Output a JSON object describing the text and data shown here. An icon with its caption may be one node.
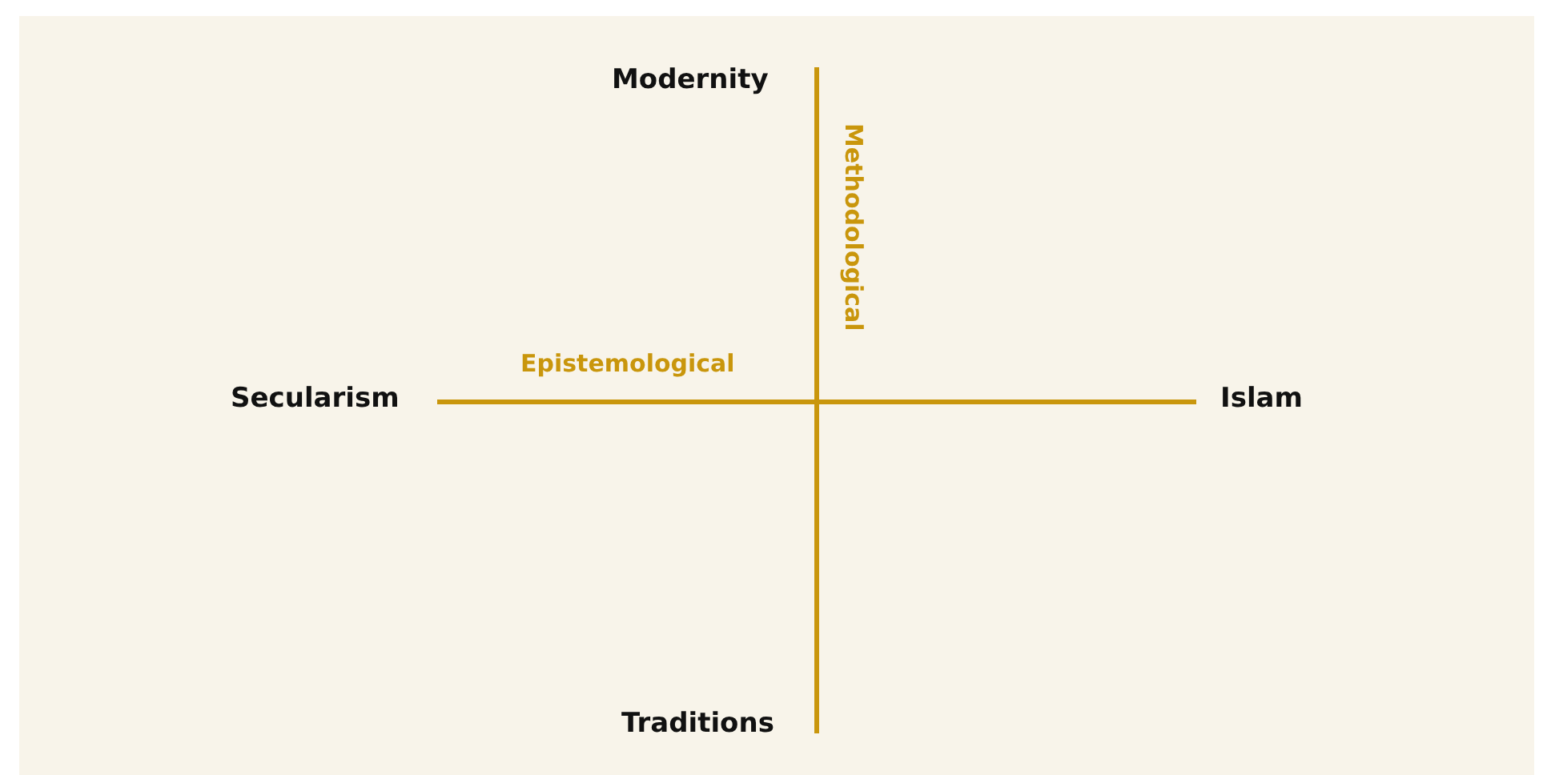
{
  "diagram": {
    "nodes": [
      {
        "text": [
          "Modernity"
        ]
      },
      {
        "text": [
          "Secularism"
        ]
      },
      {
        "text": [
          "Islam"
        ]
      },
      {
        "text": [
          "Traditions"
        ]
      }
    ],
    "edges": [
      {
        "from": 1,
        "to": 2,
        "arrow": "none",
        "label": "Epistemological"
      },
      {
        "from": 0,
        "to": 3,
        "arrow": "none",
        "label": "Methodological"
      }
    ]
  }
}
